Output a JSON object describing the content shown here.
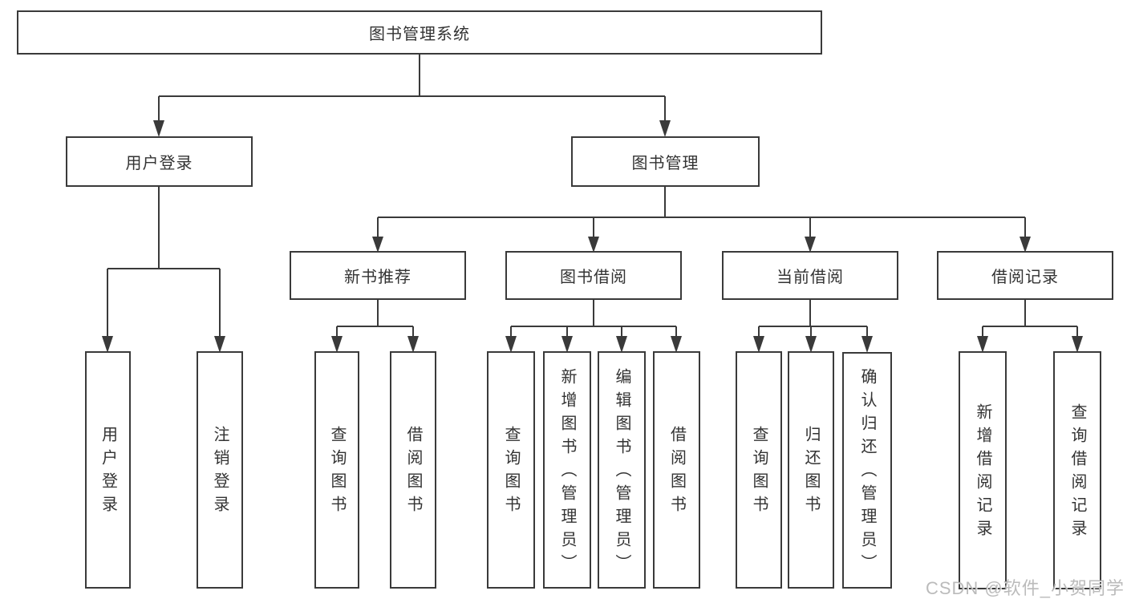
{
  "nodes": {
    "root": "图书管理系统",
    "user_login": "用户登录",
    "book_mgmt": "图书管理",
    "new_book_rec": "新书推荐",
    "book_borrow": "图书借阅",
    "current_borrow": "当前借阅",
    "borrow_records": "借阅记录",
    "user_login_leaf": "用户登录",
    "logout_leaf": "注销登录",
    "rec_query_book": "查询图书",
    "rec_borrow_book": "借阅图书",
    "bb_query_book": "查询图书",
    "bb_add_book": "新增图书（管理员）",
    "bb_edit_book": "编辑图书（管理员）",
    "bb_borrow_book": "借阅图书",
    "cb_query_book": "查询图书",
    "cb_return_book": "归还图书",
    "cb_confirm_return": "确认归还（管理员）",
    "br_add_record": "新增借阅记录",
    "br_query_record": "查询借阅记录"
  },
  "watermark": {
    "text": "CSDN @软件_小贺同学"
  },
  "colors": {
    "line": "#3a3a3a",
    "box_border": "#3a3a3a",
    "text": "#333333",
    "watermark": "#afafaf",
    "background": "#ffffff"
  }
}
